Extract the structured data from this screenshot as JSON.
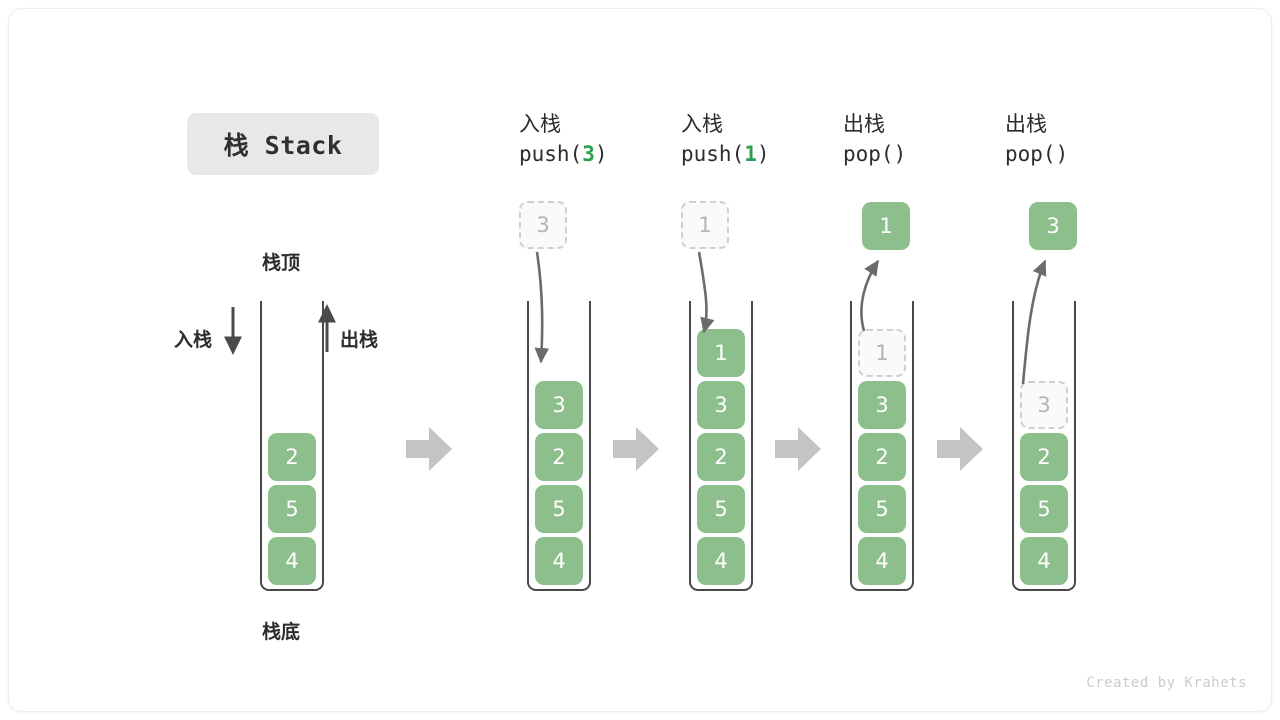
{
  "title": "栈 Stack",
  "labels": {
    "stack_top": "栈顶",
    "stack_bottom": "栈底",
    "push_side": "入栈",
    "pop_side": "出栈"
  },
  "colors": {
    "element_green": "#8cbf8c",
    "arg_green": "#2e9e4f",
    "ghost_border": "#cfcfcf",
    "ghost_text": "#b4b4b4",
    "wall": "#4a4a4a",
    "flow_arrow": "#c4c4c4",
    "chip_bg": "#e8e8e8"
  },
  "steps": [
    {
      "id": "initial",
      "head_line1": "",
      "head_line2": "",
      "head_arg": "",
      "cells_bottom_to_top": [
        "4",
        "5",
        "2"
      ],
      "ghost_top": null,
      "float_box": null,
      "float_kind": null
    },
    {
      "id": "push-3",
      "head_line1": "入栈",
      "head_line2_pre": "push(",
      "head_arg": "3",
      "head_line2_post": ")",
      "cells_bottom_to_top": [
        "4",
        "5",
        "2",
        "3"
      ],
      "ghost_top": null,
      "float_box": "3",
      "float_kind": "ghost"
    },
    {
      "id": "push-1",
      "head_line1": "入栈",
      "head_line2_pre": "push(",
      "head_arg": "1",
      "head_line2_post": ")",
      "cells_bottom_to_top": [
        "4",
        "5",
        "2",
        "3",
        "1"
      ],
      "ghost_top": null,
      "float_box": "1",
      "float_kind": "ghost"
    },
    {
      "id": "pop-1",
      "head_line1": "出栈",
      "head_line2_pre": "pop(",
      "head_arg": "",
      "head_line2_post": ")",
      "cells_bottom_to_top": [
        "4",
        "5",
        "2",
        "3"
      ],
      "ghost_top": "1",
      "float_box": "1",
      "float_kind": "solid"
    },
    {
      "id": "pop-3",
      "head_line1": "出栈",
      "head_line2_pre": "pop(",
      "head_arg": "",
      "head_line2_post": ")",
      "cells_bottom_to_top": [
        "4",
        "5",
        "2"
      ],
      "ghost_top": "3",
      "float_box": "3",
      "float_kind": "solid"
    }
  ],
  "footer": "Created by Krahets"
}
